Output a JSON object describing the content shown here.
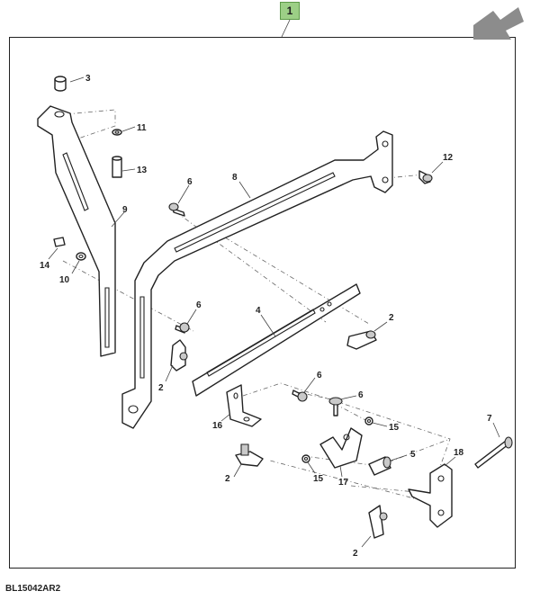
{
  "header": {
    "callout_number": "1",
    "direction_arrow_color": "#8c8c8c",
    "callout_color": "#9ccf86"
  },
  "footer": {
    "code": "BL15042AR2"
  },
  "callouts": {
    "c3": "3",
    "c11": "11",
    "c13": "13",
    "c9": "9",
    "c14": "14",
    "c10": "10",
    "c6a": "6",
    "c8": "8",
    "c12": "12",
    "c6b": "6",
    "c4": "4",
    "c2a": "2",
    "c2b": "2",
    "c6c": "6",
    "c6d": "6",
    "c16": "16",
    "c15a": "15",
    "c7": "7",
    "c5": "5",
    "c18": "18",
    "c2c": "2",
    "c15b": "15",
    "c17": "17",
    "c2d": "2"
  }
}
